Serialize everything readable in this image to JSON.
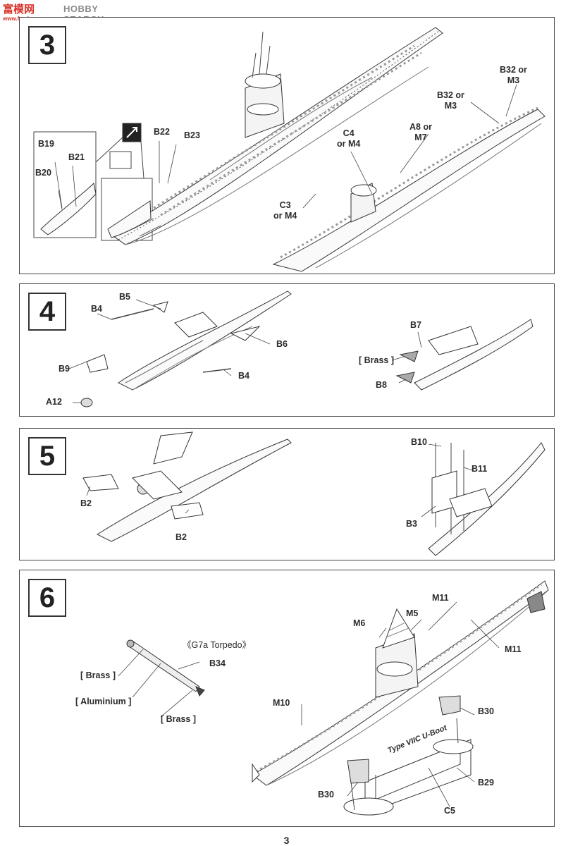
{
  "watermark": {
    "logo": "富模网",
    "text": "HOBBY SEARCH",
    "url": "www.fmshu.com"
  },
  "steps": {
    "s3": {
      "number": "3",
      "labels": {
        "b19": "B19",
        "b21": "B21",
        "b20": "B20",
        "b22": "B22",
        "b23": "B23",
        "c3": "C3\nor M4",
        "c4": "C4\nor M4",
        "a8": "A8 or\nM7",
        "b32a": "B32 or\nM3",
        "b32b": "B32 or\nM3"
      }
    },
    "s4": {
      "number": "4",
      "labels": {
        "b5": "B5",
        "b4a": "B4",
        "b4b": "B4",
        "b6": "B6",
        "b9": "B9",
        "a12": "A12",
        "b7": "B7",
        "brass": "[ Brass ]",
        "b8": "B8"
      }
    },
    "s5": {
      "number": "5",
      "labels": {
        "b2a": "B2",
        "b2b": "B2",
        "b10": "B10",
        "b11": "B11",
        "b3": "B3"
      }
    },
    "s6": {
      "number": "6",
      "labels": {
        "torpedo": "《G7a Torpedo》",
        "b34": "B34",
        "brass1": "[ Brass ]",
        "aluminium": "[ Aluminium ]",
        "brass2": "[ Brass ]",
        "m11a": "M11",
        "m11b": "M11",
        "m5": "M5",
        "m6": "M6",
        "m10": "M10",
        "b30a": "B30",
        "b30b": "B30",
        "b29": "B29",
        "c5": "C5",
        "plaque": "Type VIIC U-Boot"
      }
    }
  },
  "page_number": "3"
}
